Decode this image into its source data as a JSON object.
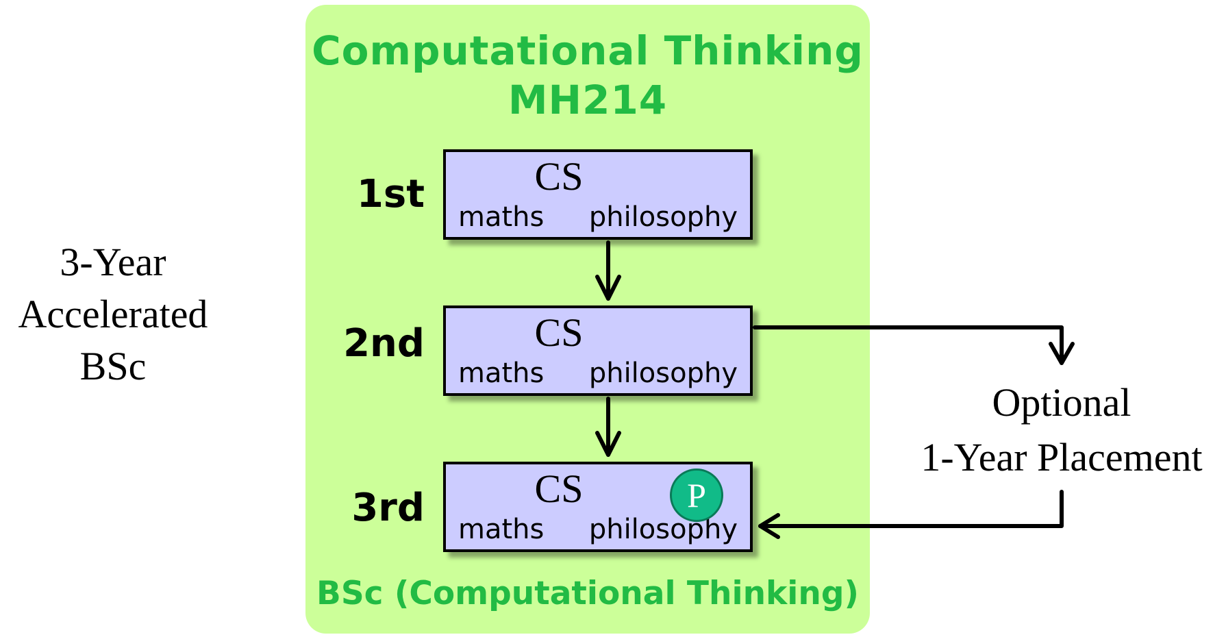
{
  "left_label": {
    "lines": [
      "3-Year",
      "Accelerated",
      "BSc"
    ]
  },
  "program": {
    "title_lines": [
      "Computational Thinking",
      "MH214"
    ],
    "footer": "BSc (Computational Thinking)"
  },
  "years": [
    {
      "label": "1st",
      "center": "CS",
      "left": "maths",
      "right": "philosophy"
    },
    {
      "label": "2nd",
      "center": "CS",
      "left": "maths",
      "right": "philosophy"
    },
    {
      "label": "3rd",
      "center": "CS",
      "left": "maths",
      "right": "philosophy",
      "badge": "P"
    }
  ],
  "placement": {
    "lines": [
      "Optional",
      "1-Year Placement"
    ]
  },
  "colors": {
    "panel": "#ccff99",
    "title_green": "#22bb44",
    "box_fill": "#ccccff",
    "badge_fill": "#11bb88"
  }
}
